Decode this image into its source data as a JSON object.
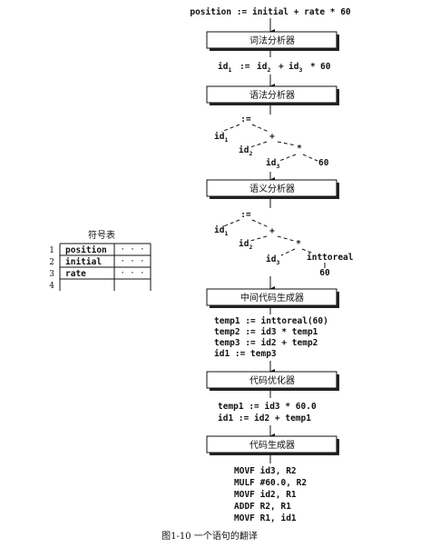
{
  "source_statement": "position := initial + rate * 60",
  "phases": {
    "lexical": "词法分析器",
    "syntax": "语法分析器",
    "semantic": "语义分析器",
    "icg": "中间代码生成器",
    "optimizer": "代码优化器",
    "codegen": "代码生成器"
  },
  "token_stream": {
    "prefix": "id",
    "id1_sub": "1",
    "assign": ":=",
    "id2_sub": "2",
    "plus": "+",
    "id3_sub": "3",
    "star": "*",
    "num": "60"
  },
  "syntax_tree": {
    "assign": ":=",
    "plus": "+",
    "star": "*",
    "id": "id",
    "sub1": "1",
    "sub2": "2",
    "sub3": "3",
    "num": "60"
  },
  "semantic_tree": {
    "assign": ":=",
    "plus": "+",
    "star": "*",
    "id": "id",
    "sub1": "1",
    "sub2": "2",
    "sub3": "3",
    "num": "60",
    "conv": "inttoreal"
  },
  "intermediate_code": [
    "temp1 := inttoreal(60)",
    "temp2 := id3 * temp1",
    "temp3 := id2 + temp2",
    "id1 := temp3"
  ],
  "optimized_code": [
    "temp1 := id3 * 60.0",
    "id1 := id2 + temp1"
  ],
  "target_code": [
    "MOVF id3, R2",
    "MULF #60.0, R2",
    "MOVF id2, R1",
    "ADDF R2, R1",
    "MOVF R1, id1"
  ],
  "symbol_table": {
    "title": "符号表",
    "rows": [
      {
        "num": "1",
        "name": "position",
        "attr": "· · ·"
      },
      {
        "num": "2",
        "name": "initial",
        "attr": "· · ·"
      },
      {
        "num": "3",
        "name": "rate",
        "attr": "· · ·"
      },
      {
        "num": "4",
        "name": "",
        "attr": ""
      }
    ]
  },
  "caption": "图1-10  一个语句的翻译"
}
